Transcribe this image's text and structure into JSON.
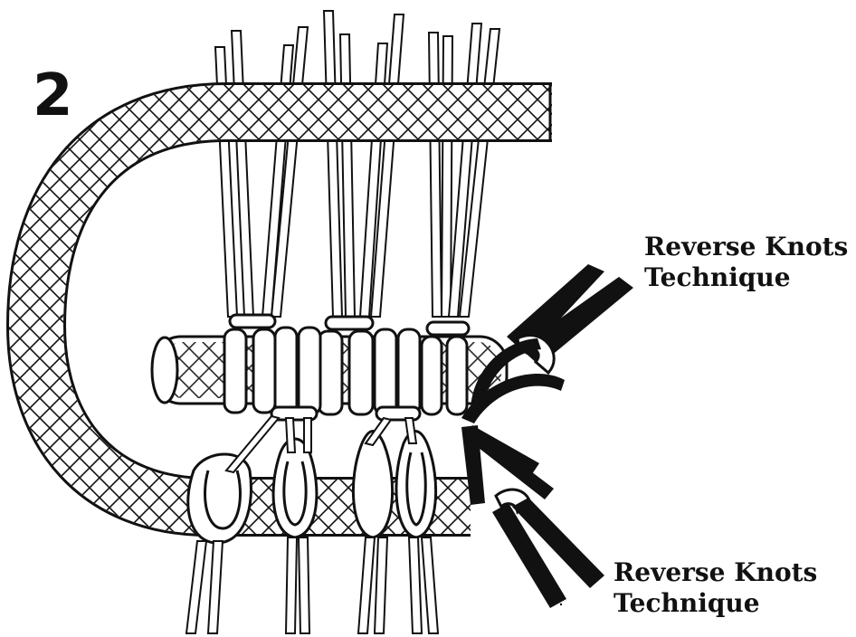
{
  "step_number": "2",
  "labels": {
    "top": {
      "line1": "Reverse Knots",
      "line2": "Technique"
    },
    "bottom": {
      "line1": "Reverse Knots",
      "line2": "Technique"
    }
  },
  "colors": {
    "ink": "#111111",
    "paper": "#ffffff"
  }
}
